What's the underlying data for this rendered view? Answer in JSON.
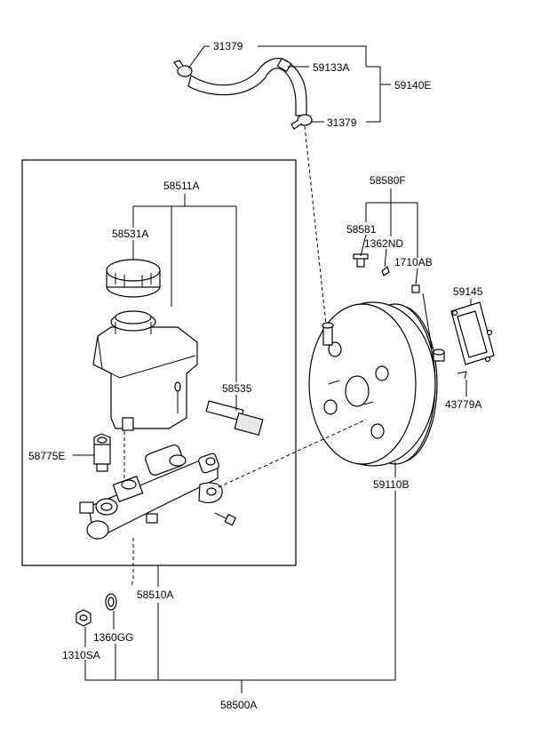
{
  "labels": {
    "p31379_top": "31379",
    "p59133A": "59133A",
    "p59140E": "59140E",
    "p31379_bottom": "31379",
    "p58511A": "58511A",
    "p58531A": "58531A",
    "p58535": "58535",
    "p58775E": "58775E",
    "p58580F": "58580F",
    "p58581": "58581",
    "p1362ND": "1362ND",
    "p1710AB": "1710AB",
    "p59145": "59145",
    "p43779A": "43779A",
    "p59110B": "59110B",
    "p58510A": "58510A",
    "p1360GG": "1360GG",
    "p1310SA": "1310SA",
    "p58500A": "58500A"
  }
}
